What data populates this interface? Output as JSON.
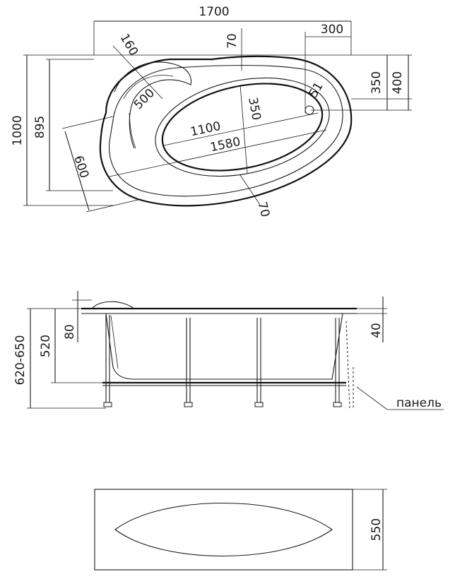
{
  "top_view": {
    "dim_length": "1700",
    "dim_overflow_offset": "300",
    "dim_rim_top": "70",
    "dim_headrest": "160",
    "dim_headrest_radius": "500",
    "dim_depth_350_right": "350",
    "dim_depth_400_right": "400",
    "dim_overflow_dia": "51",
    "dim_bowl_width": "350",
    "dim_bowl_length": "1100",
    "dim_inner_length": "1580",
    "dim_side_width": "600",
    "dim_rim_bottom": "70",
    "dim_height_1000": "1000",
    "dim_height_895": "895"
  },
  "side_view": {
    "dim_total_height": "620-650",
    "dim_tub_depth": "520",
    "dim_rim_80": "80",
    "dim_rim_40": "40",
    "panel_label": "панель"
  },
  "panel_view": {
    "dim_panel_height": "550"
  }
}
